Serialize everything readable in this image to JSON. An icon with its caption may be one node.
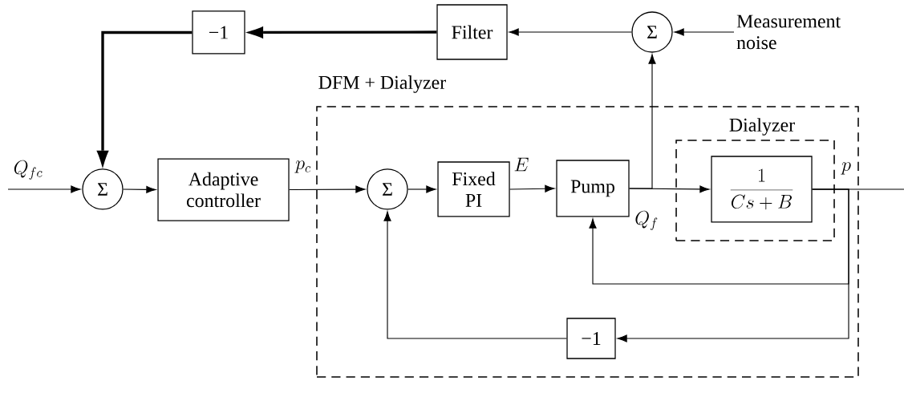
{
  "diagram": {
    "nodes": [
      {
        "text": [
          "DFM + Dialyzer"
        ]
      },
      {
        "text": [
          "Dialyzer"
        ],
        "in": 0
      },
      {
        "text": [
          "Σ"
        ]
      },
      {
        "text": [
          "Adaptive controller"
        ]
      },
      {
        "text": [
          "−1"
        ]
      },
      {
        "text": [
          "Filter"
        ]
      },
      {
        "text": [
          "Σ"
        ]
      },
      {
        "text": [
          "Measurement noise"
        ]
      },
      {
        "text": [
          "Σ"
        ],
        "in": 0
      },
      {
        "text": [
          "Fixed PI"
        ],
        "in": 0
      },
      {
        "text": [
          "Pump"
        ],
        "in": 0
      },
      {
        "text": [
          "\\frac{1}{Cs+B}"
        ],
        "in": 1
      },
      {
        "text": [
          "−1"
        ],
        "in": 0
      }
    ],
    "edges": [
      {
        "from": null,
        "to": 2,
        "arrow": "to"
      },
      {
        "from": 2,
        "to": 3,
        "arrow": "to"
      },
      {
        "from": 3,
        "to": 8,
        "arrow": "to"
      },
      {
        "from": 8,
        "to": 9,
        "arrow": "to"
      },
      {
        "from": 9,
        "to": 10,
        "arrow": "to"
      },
      {
        "from": 10,
        "to": 11,
        "arrow": "to"
      },
      {
        "from": 11,
        "to": null,
        "arrow": "none"
      },
      {
        "from": 10,
        "to": 6,
        "arrow": "to"
      },
      {
        "from": 7,
        "to": 6,
        "arrow": "to"
      },
      {
        "from": 6,
        "to": 5,
        "arrow": "to"
      },
      {
        "from": 5,
        "to": 4,
        "arrow": "to",
        "style": "thick"
      },
      {
        "from": 4,
        "to": 2,
        "arrow": "to",
        "style": "thick"
      },
      {
        "from": 11,
        "to": 10,
        "arrow": "to"
      },
      {
        "from": 11,
        "to": 12,
        "arrow": "to"
      },
      {
        "from": 12,
        "to": 8,
        "arrow": "to"
      }
    ],
    "labels": [
      "Q_{fc}",
      "p_c",
      "E",
      "Q_f",
      "p"
    ]
  }
}
